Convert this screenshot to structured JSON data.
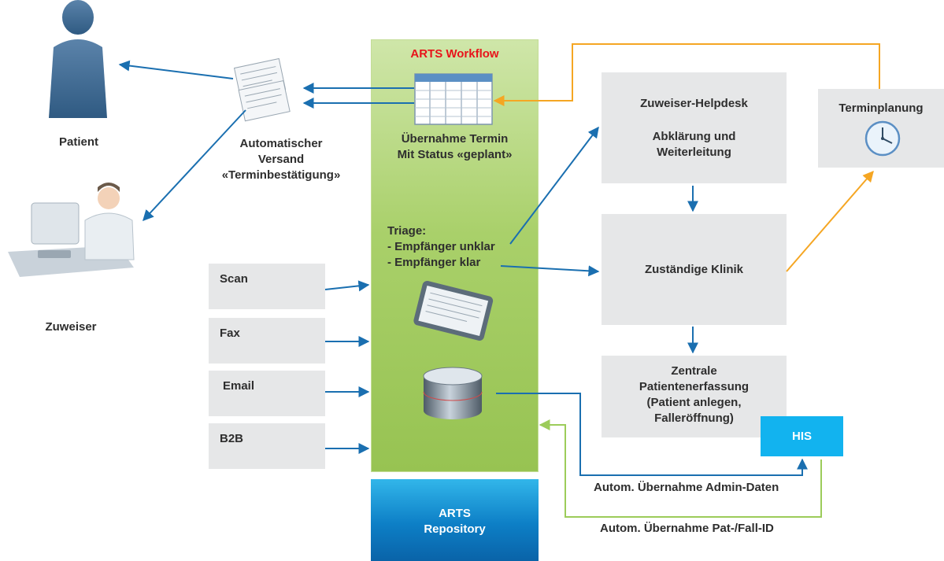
{
  "workflow": {
    "title": "ARTS Workflow"
  },
  "repository": {
    "line1": "ARTS",
    "line2": "Repository"
  },
  "patient": {
    "label": "Patient"
  },
  "zuweiser": {
    "label": "Zuweiser"
  },
  "versand": {
    "line1": "Automatischer",
    "line2": "Versand",
    "line3": "«Terminbestätigung»"
  },
  "uebernahme": {
    "line1": "Übernahme Termin",
    "line2": "Mit Status «geplant»"
  },
  "triage": {
    "line1": "Triage:",
    "line2": "- Empfänger unklar",
    "line3": "- Empfänger klar"
  },
  "inputs": [
    "Scan",
    "Fax",
    "Email",
    "B2B"
  ],
  "helpdesk": {
    "line1": "Zuweiser-Helpdesk",
    "line2": "Abklärung und",
    "line3": "Weiterleitung"
  },
  "terminplanung": {
    "label": "Terminplanung"
  },
  "klinik": {
    "label": "Zuständige Klinik"
  },
  "zentrale": {
    "line1": "Zentrale",
    "line2": "Patientenerfassung",
    "line3": "(Patient anlegen,",
    "line4": "Falleröffnung)"
  },
  "his": {
    "label": "HIS"
  },
  "admin_daten": {
    "label": "Autom. Übernahme Admin-Daten"
  },
  "pat_fall": {
    "label": "Autom. Übernahme Pat-/Fall-ID"
  },
  "colors": {
    "blue_arrow": "#1a6fb0",
    "orange_arrow": "#f5a623",
    "green_arrow": "#9ccc5a",
    "workflow_title": "#e8141b",
    "his_box": "#12b3ef"
  }
}
